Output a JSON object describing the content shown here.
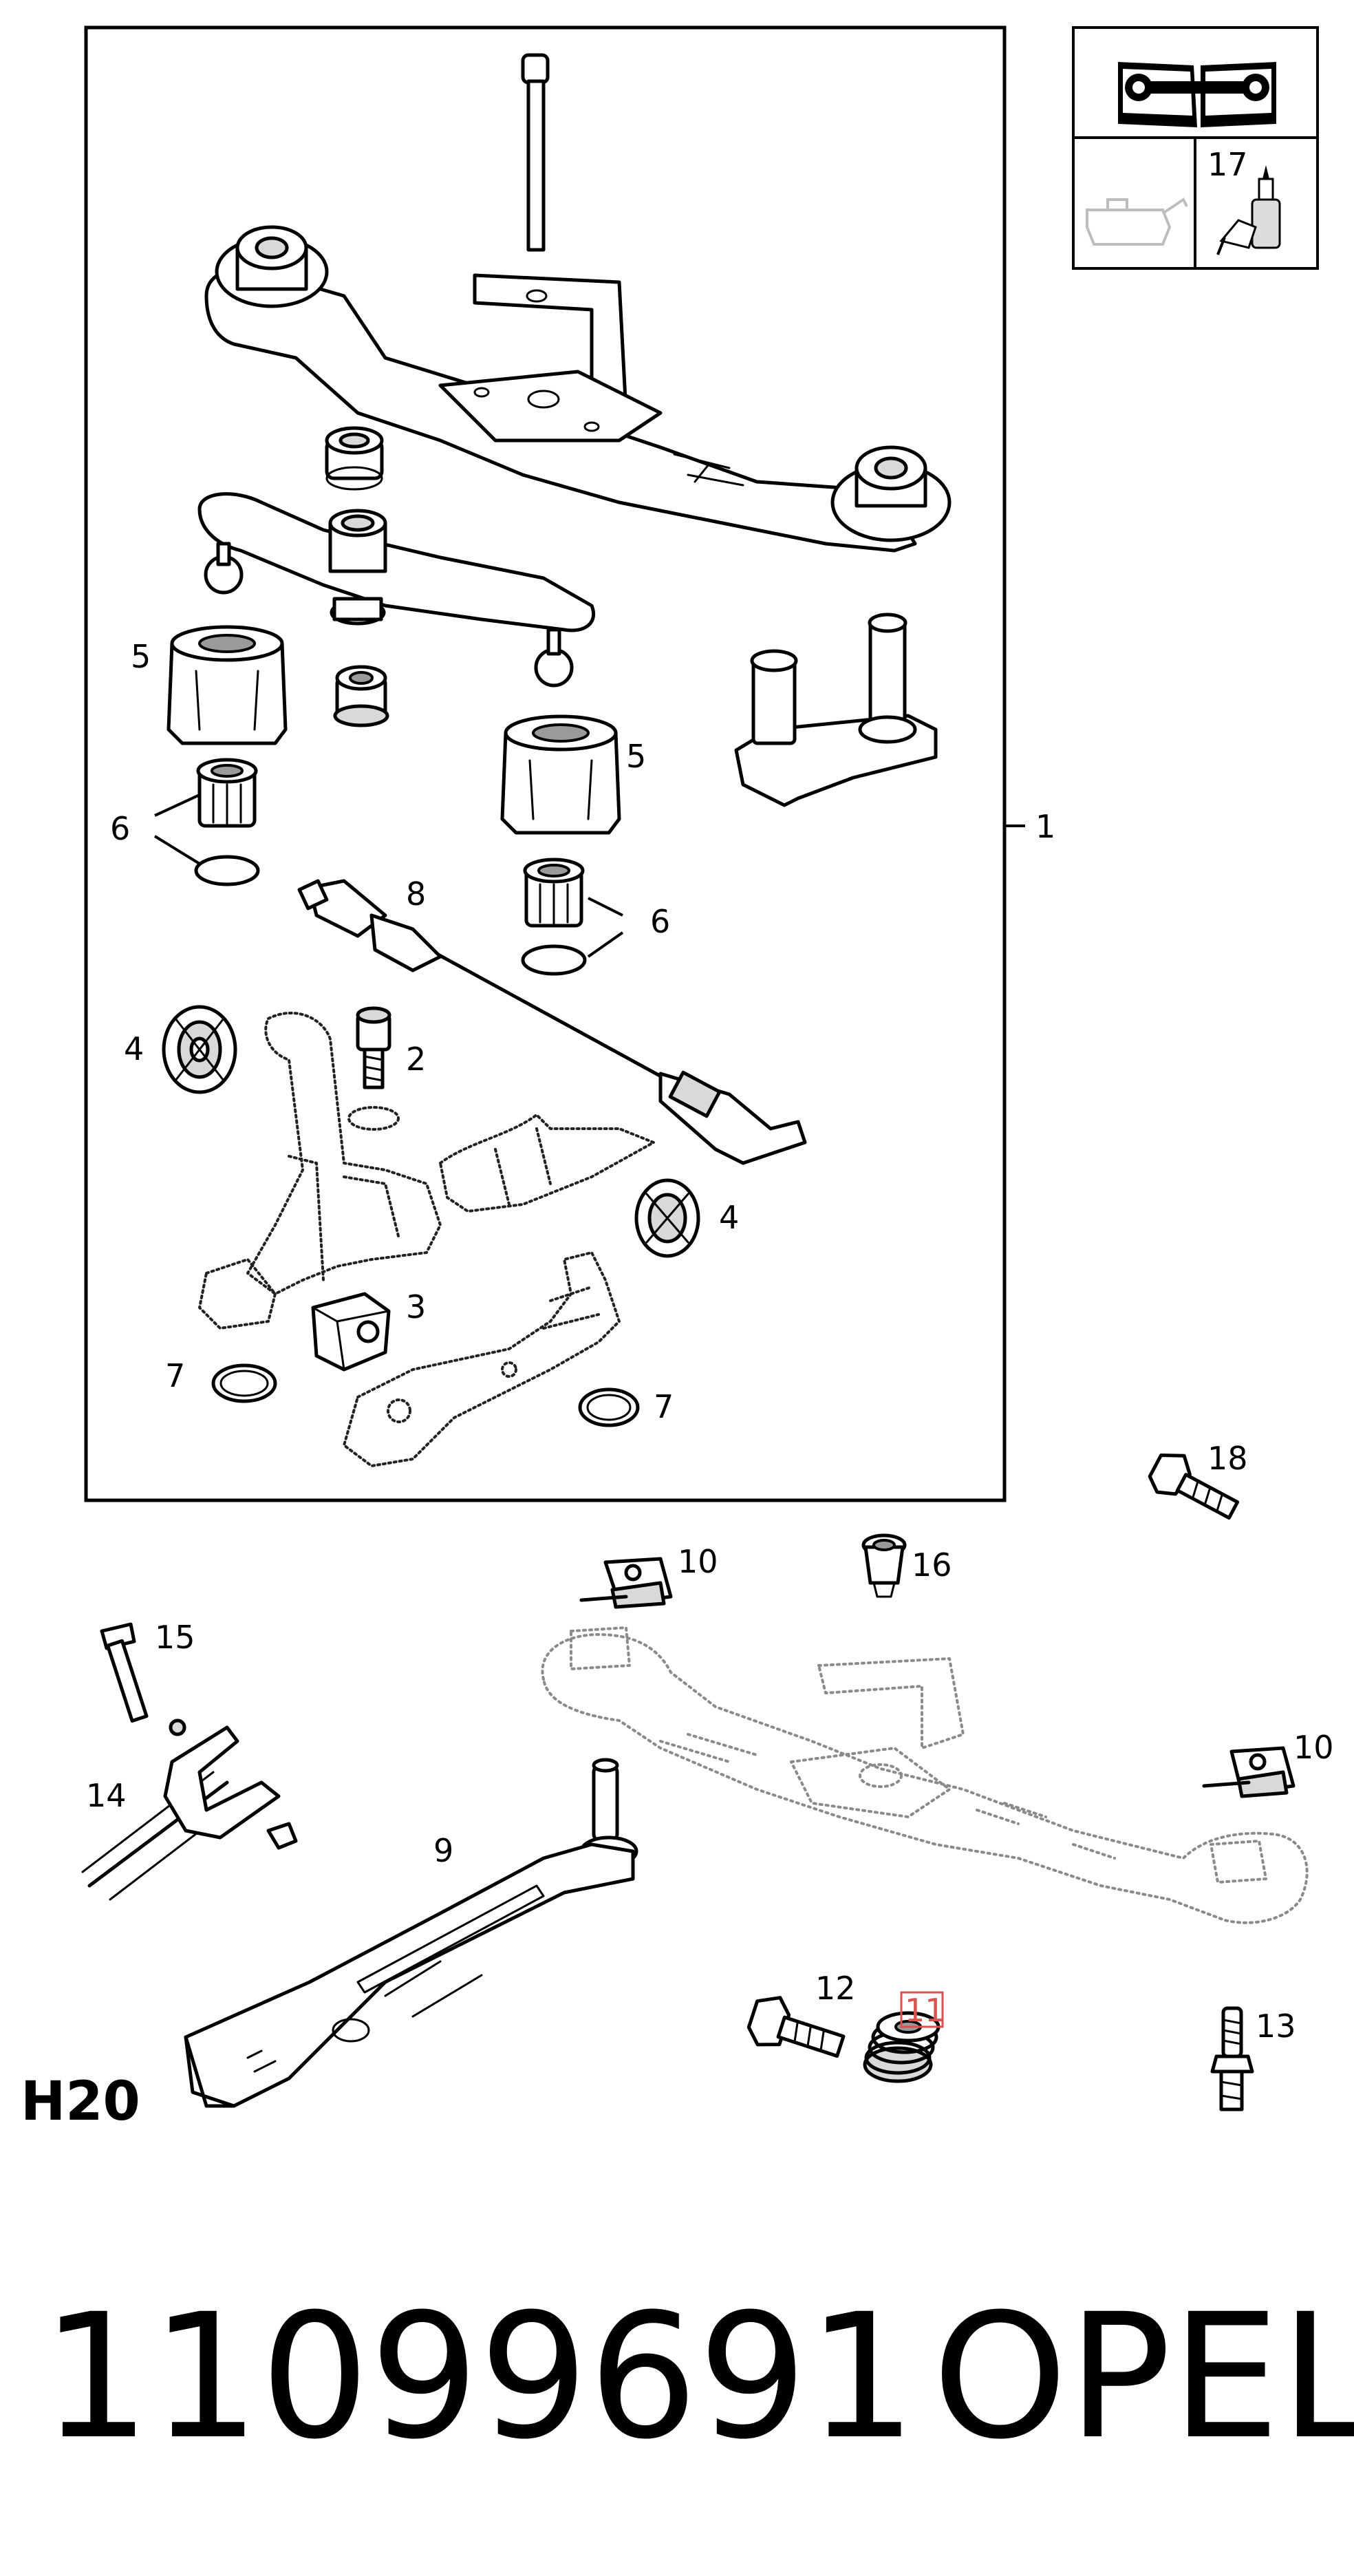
{
  "diagram": {
    "section_code": "H20",
    "part_number": "11099691",
    "brand": "OPEL",
    "highlighted_callout": "11",
    "highlight_color": "#d9534f",
    "info_box": {
      "icon_top": "service-manual-wrench-book-icon",
      "icon_left": "lubricant-oil-can-icon",
      "icon_right": "sealant-tube-icon",
      "right_label": "17"
    },
    "callouts": {
      "c1": "1",
      "c2": "2",
      "c3": "3",
      "c4a": "4",
      "c4b": "4",
      "c5a": "5",
      "c5b": "5",
      "c6a": "6",
      "c6b": "6",
      "c7a": "7",
      "c7b": "7",
      "c8": "8",
      "c9": "9",
      "c10a": "10",
      "c10b": "10",
      "c11": "11",
      "c12": "12",
      "c13": "13",
      "c14": "14",
      "c15": "15",
      "c16": "16",
      "c18": "18"
    }
  }
}
